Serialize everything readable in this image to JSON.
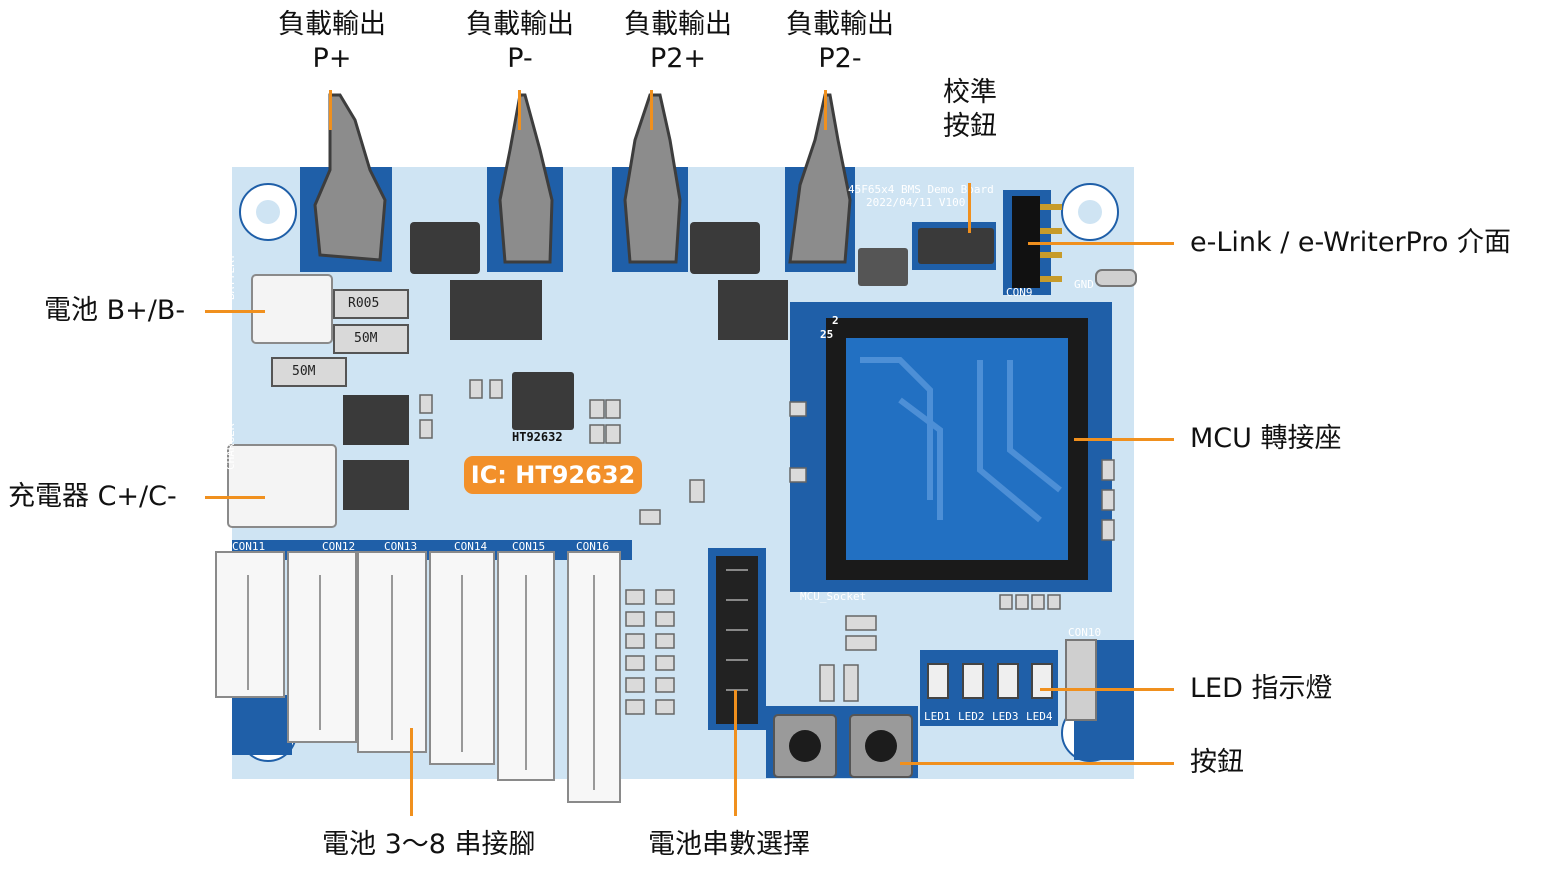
{
  "callouts": {
    "load_p_plus": {
      "line1": "負載輸出",
      "line2": "P+"
    },
    "load_p_minus": {
      "line1": "負載輸出",
      "line2": "P-"
    },
    "load_p2_plus": {
      "line1": "負載輸出",
      "line2": "P2+"
    },
    "load_p2_minus": {
      "line1": "負載輸出",
      "line2": "P2-"
    },
    "calibrate_button": {
      "line1": "校準",
      "line2": "按鈕"
    },
    "elink_interface": "e-Link / e-WriterPro 介面",
    "battery": "電池 B+/B-",
    "charger": "充電器 C+/C-",
    "mcu_socket": "MCU 轉接座",
    "led": "LED 指示燈",
    "button": "按鈕",
    "cell_pins": "電池 3～8 串接腳",
    "cell_select": "電池串數選擇"
  },
  "board": {
    "ic_badge": "IC: HT92632",
    "chip_label": "HT92632",
    "title_silk": "45F65x4 BMS Demo Board",
    "date_silk": "2022/04/11 V100",
    "connectors": [
      "CON11",
      "CON12",
      "CON13",
      "CON14",
      "CON15",
      "CON16"
    ],
    "led_labels": [
      "LED1",
      "LED2",
      "LED3",
      "LED4"
    ],
    "resistor_marks": [
      "R005",
      "50M",
      "50M"
    ],
    "side_labels": [
      "BATTERY",
      "CHARGER"
    ],
    "socket_label": "MCU_Socket",
    "socket_pins": [
      "2",
      "25"
    ],
    "header_labels": [
      "CON9",
      "CON10",
      "GND"
    ]
  },
  "colors": {
    "accent": "#f0901e",
    "board": "#cfe4f3",
    "board_dark": "#1f5fa8",
    "socket_blue": "#2270c2"
  }
}
